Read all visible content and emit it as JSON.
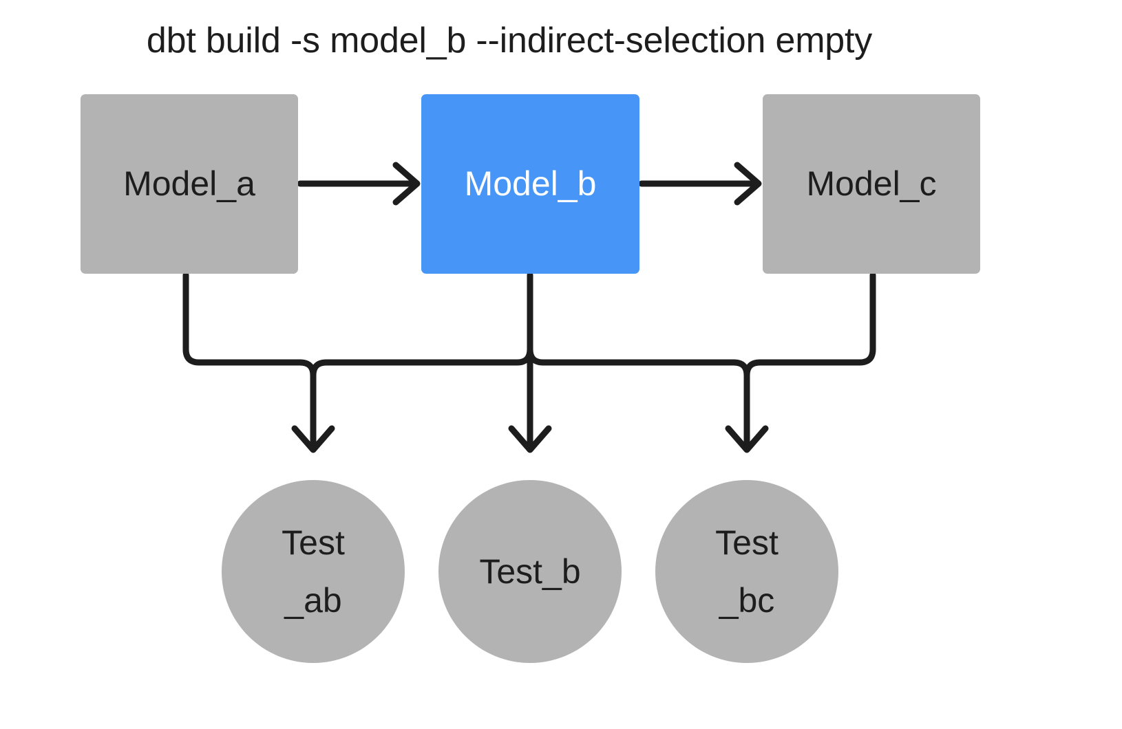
{
  "diagram": {
    "title": "dbt build -s model_b --indirect-selection empty",
    "background": "#ffffff",
    "colors": {
      "node_gray": "#b3b3b3",
      "node_selected_blue": "#4695f7",
      "edge_black": "#1d1d1d",
      "text_dark": "#1d1d1d",
      "text_light": "#ffffff"
    },
    "models": [
      {
        "id": "model_a",
        "label": "Model_a",
        "shape": "rounded-rect",
        "selected": false,
        "fill": "#b3b3b3",
        "text_color": "#1d1d1d"
      },
      {
        "id": "model_b",
        "label": "Model_b",
        "shape": "rounded-rect",
        "selected": true,
        "fill": "#4695f7",
        "text_color": "#ffffff"
      },
      {
        "id": "model_c",
        "label": "Model_c",
        "shape": "rounded-rect",
        "selected": false,
        "fill": "#b3b3b3",
        "text_color": "#1d1d1d"
      }
    ],
    "tests": [
      {
        "id": "test_ab",
        "label": "Test_ab",
        "lines": [
          "Test",
          "_ab"
        ],
        "shape": "circle",
        "selected": false,
        "fill": "#b3b3b3"
      },
      {
        "id": "test_b",
        "label": "Test_b",
        "lines": [
          "Test_b"
        ],
        "shape": "circle",
        "selected": false,
        "fill": "#b3b3b3"
      },
      {
        "id": "test_bc",
        "label": "Test_bc",
        "lines": [
          "Test",
          "_bc"
        ],
        "shape": "circle",
        "selected": false,
        "fill": "#b3b3b3"
      }
    ],
    "edges": [
      {
        "id": "edge-a-to-b",
        "from": "model_a",
        "to": "model_b",
        "style": "straight-horizontal",
        "arrow": "chevron-right"
      },
      {
        "id": "edge-b-to-c",
        "from": "model_b",
        "to": "model_c",
        "style": "straight-horizontal",
        "arrow": "chevron-right"
      },
      {
        "id": "edge-a-to-ab",
        "from": "model_a",
        "to": "test_ab",
        "style": "orthogonal-bus",
        "arrow": "chevron-down"
      },
      {
        "id": "edge-b-to-ab",
        "from": "model_b",
        "to": "test_ab",
        "style": "orthogonal-bus",
        "arrow": "chevron-down"
      },
      {
        "id": "edge-b-to-b",
        "from": "model_b",
        "to": "test_b",
        "style": "straight-vertical",
        "arrow": "chevron-down"
      },
      {
        "id": "edge-b-to-bc",
        "from": "model_b",
        "to": "test_bc",
        "style": "orthogonal-bus",
        "arrow": "chevron-down"
      },
      {
        "id": "edge-c-to-bc",
        "from": "model_c",
        "to": "test_bc",
        "style": "orthogonal-bus",
        "arrow": "chevron-down"
      }
    ]
  }
}
